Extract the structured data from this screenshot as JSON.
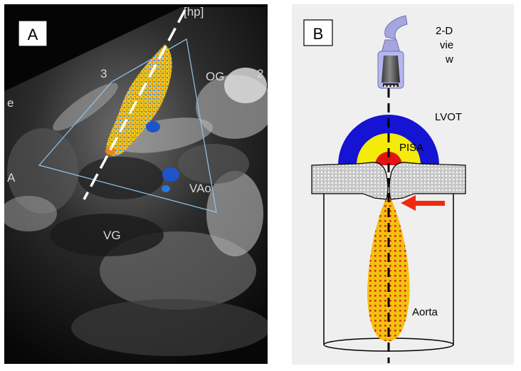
{
  "panel_a": {
    "label": "A",
    "echo_labels": {
      "header": "[hp]",
      "og": "OG",
      "vao": "VAo",
      "vg": "VG",
      "left_e": "e",
      "left_a": "A",
      "marker_3": "3",
      "marker_2": "2"
    }
  },
  "panel_b": {
    "label": "B",
    "view_line1": "2-D",
    "view_line2": "vie",
    "view_line3": "w",
    "lvot": "LVOT",
    "pisa": "PISA",
    "aorta": "Aorta"
  },
  "colors": {
    "echo_bg": "#050505",
    "panel_b_bg": "#efefef",
    "arc_blue": "#1414d2",
    "arc_yellow": "#f5eb0a",
    "arc_red": "#e11414",
    "arrow_red": "#ee2a10",
    "jet_fill": "#f2c10f",
    "jet_dots": "#d6281a",
    "probe": "#a6a6de",
    "leaflet": "#bdbdbd"
  }
}
